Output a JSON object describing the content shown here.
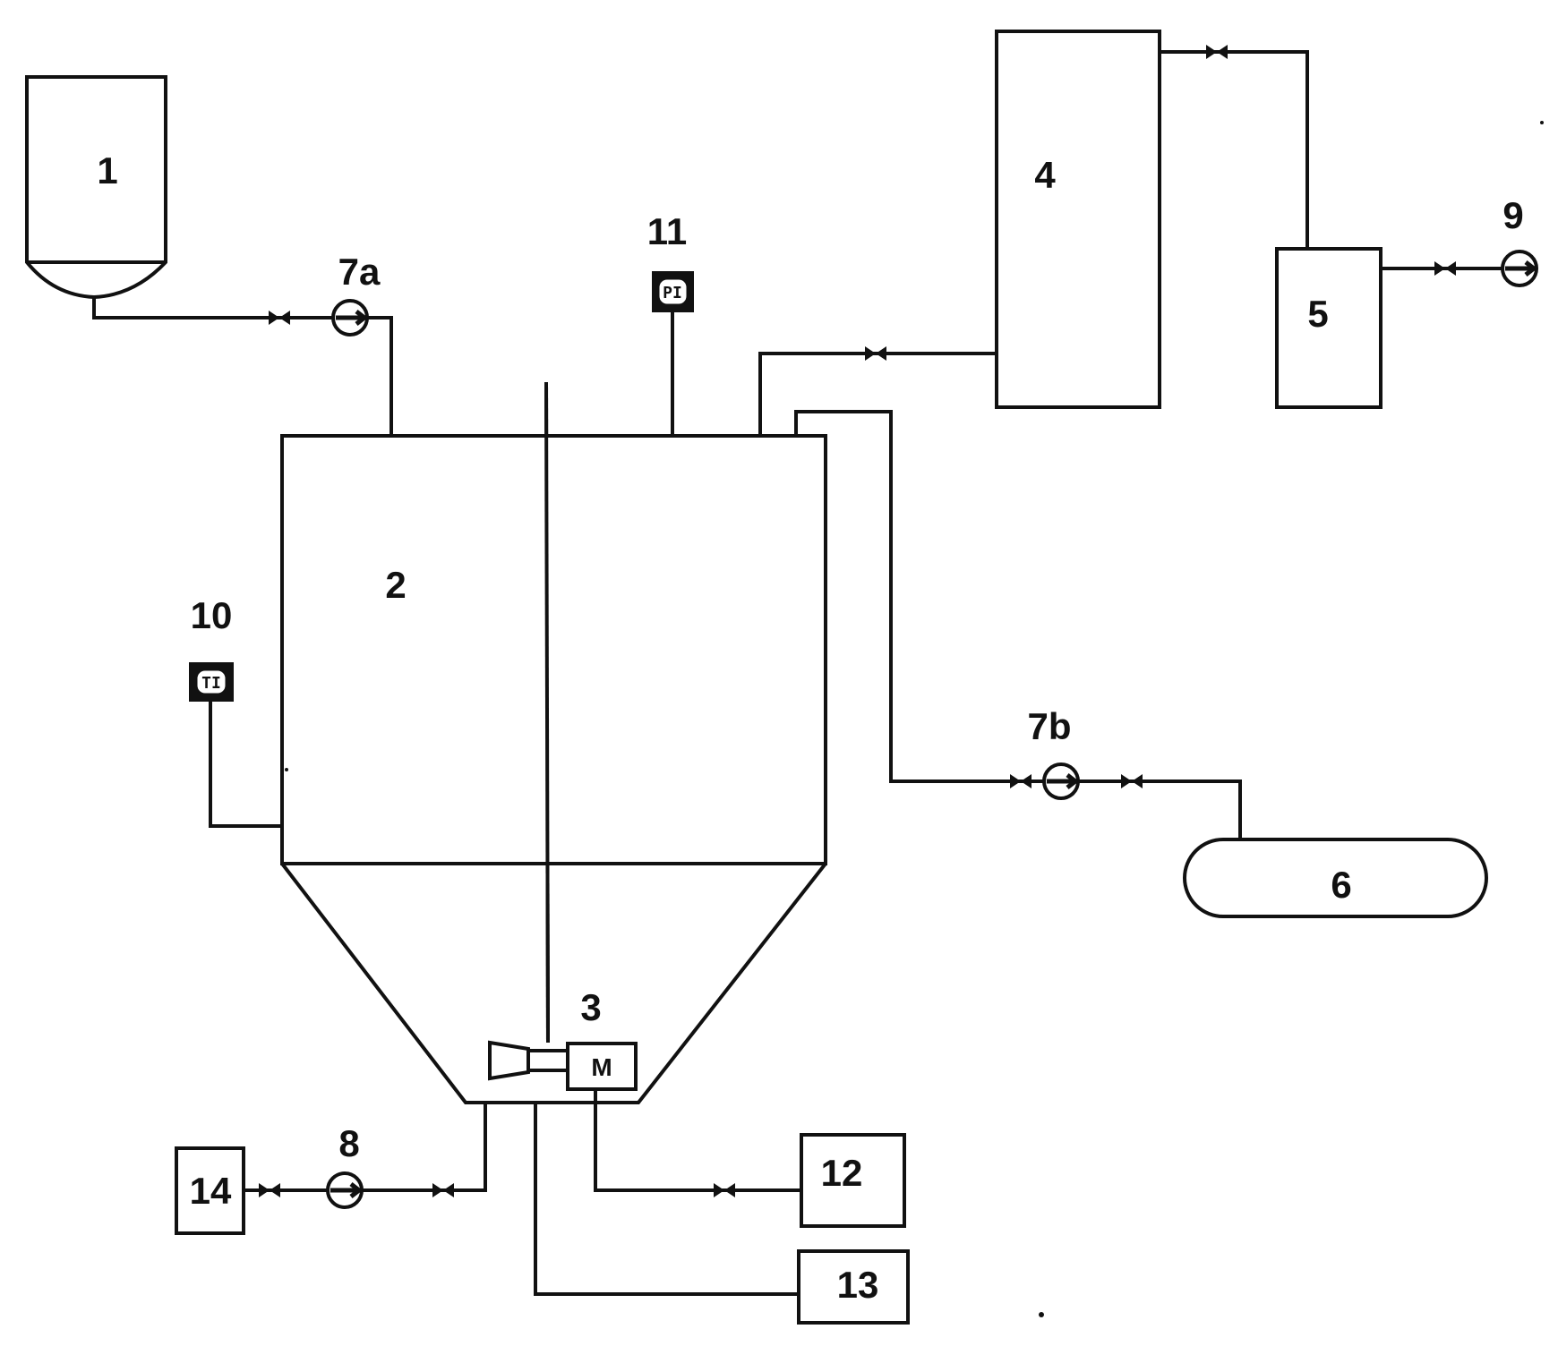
{
  "labels": {
    "tank1": "1",
    "vessel2": "2",
    "agitator3": "3",
    "column4": "4",
    "unit5": "5",
    "tank6": "6",
    "pump7a": "7a",
    "pump7b": "7b",
    "pump8": "8",
    "pump9": "9",
    "gauge10": "10",
    "gauge11": "11",
    "box12": "12",
    "box13": "13",
    "box14": "14"
  },
  "motor_letter": "M",
  "gauge_text": {
    "gauge10": "TI",
    "gauge11": "PI"
  }
}
